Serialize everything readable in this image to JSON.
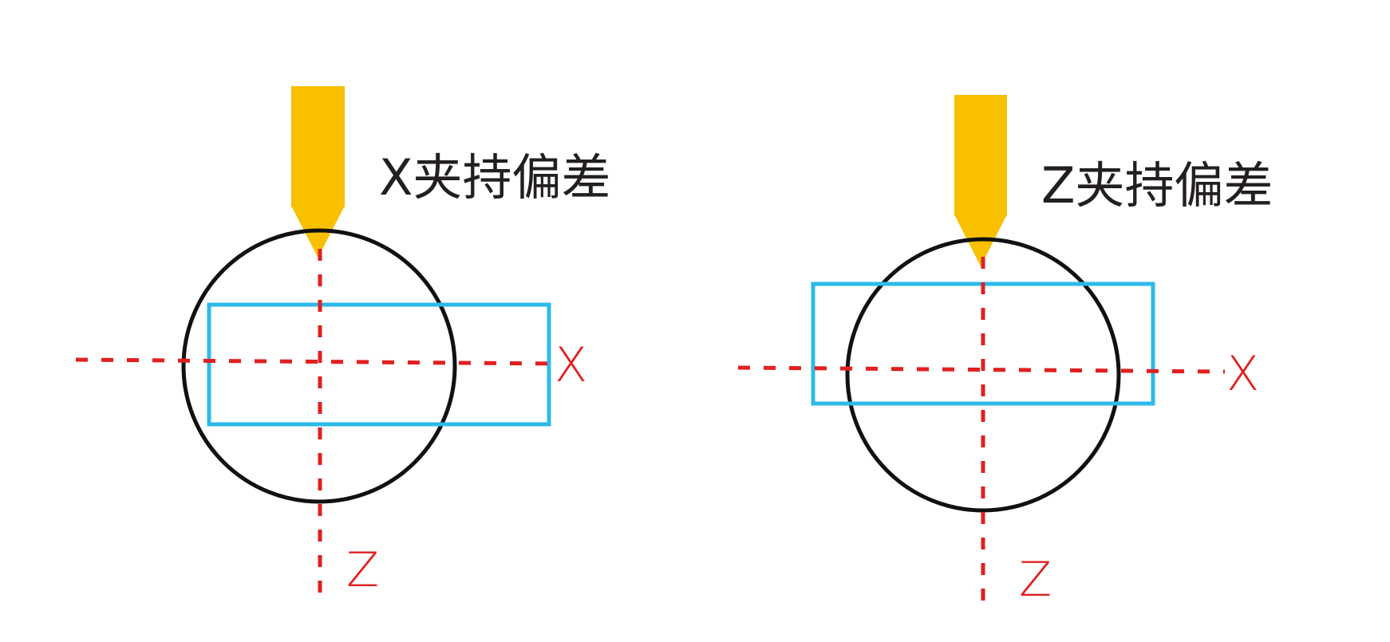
{
  "colors": {
    "tool": "#f9c000",
    "circle": "#111111",
    "rectangle": "#2db9ea",
    "axis": "#e02020",
    "title": "#231f20",
    "background": "#ffffff"
  },
  "diagrams": [
    {
      "title": "X夹持偏差",
      "x_axis_label": "X",
      "z_axis_label": "Z"
    },
    {
      "title": "Z夹持偏差",
      "x_axis_label": "X",
      "z_axis_label": "Z"
    }
  ]
}
